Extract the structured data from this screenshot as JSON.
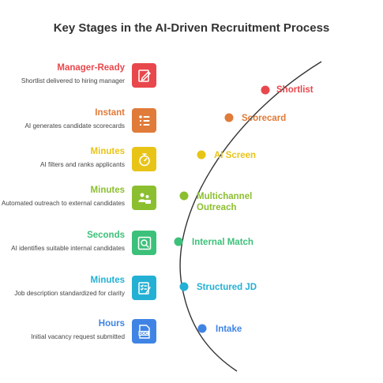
{
  "title": "Key Stages in the AI-Driven Recruitment Process",
  "stages": [
    {
      "time": "Manager-Ready",
      "description": "Shortlist delivered to hiring manager",
      "step": "Shortlist",
      "color": "#e8474c",
      "icon": "edit-icon"
    },
    {
      "time": "Instant",
      "description": "AI generates candidate scorecards",
      "step": "Scorecard",
      "color": "#e07b39",
      "icon": "list-icon"
    },
    {
      "time": "Minutes",
      "description": "AI filters and ranks applicants",
      "step": "AI Screen",
      "color": "#e8c417",
      "icon": "timer-icon"
    },
    {
      "time": "Minutes",
      "description": "Automated outreach to external candidates",
      "step": "Multichannel Outreach",
      "color": "#8cbf2f",
      "icon": "users-icon"
    },
    {
      "time": "Seconds",
      "description": "AI identifies suitable internal candidates",
      "step": "Internal Match",
      "color": "#3cc17a",
      "icon": "search-person-icon"
    },
    {
      "time": "Minutes",
      "description": "Job description standardized for clarity",
      "step": "Structured JD",
      "color": "#23b0d4",
      "icon": "checklist-icon"
    },
    {
      "time": "Hours",
      "description": "Initial vacancy request submitted",
      "step": "Intake",
      "color": "#3f84e5",
      "icon": "doc-file-icon"
    }
  ]
}
